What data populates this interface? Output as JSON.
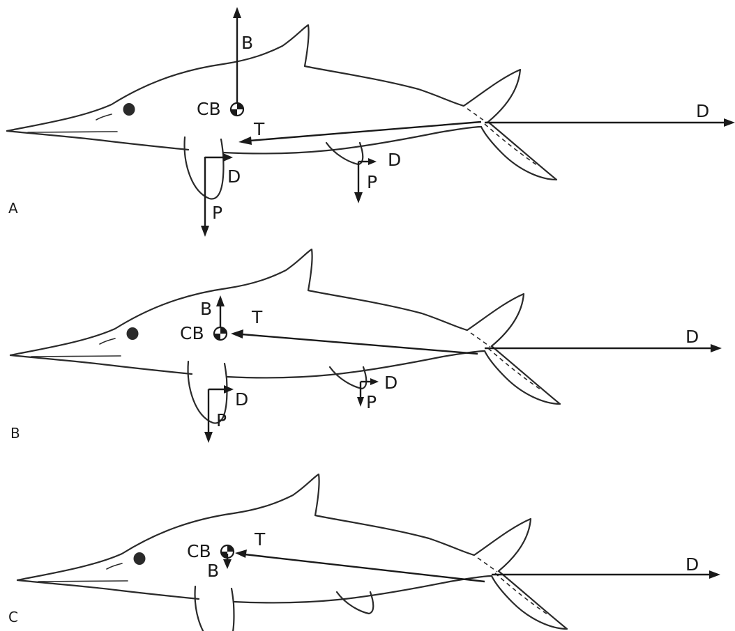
{
  "panels": [
    {
      "label": "A",
      "forces": {
        "buoyancy": "B",
        "center": "CB",
        "thrust": "T",
        "drag": "D",
        "fin_drag": "D",
        "fin_pressure": "P",
        "hind_drag": "D",
        "hind_pressure": "P"
      }
    },
    {
      "label": "B",
      "forces": {
        "buoyancy": "B",
        "center": "CB",
        "thrust": "T",
        "drag": "D",
        "fin_drag": "D",
        "fin_pressure": "P",
        "hind_drag": "D",
        "hind_pressure": "P"
      }
    },
    {
      "label": "C",
      "forces": {
        "buoyancy": "B",
        "center": "CB",
        "thrust": "T",
        "drag": "D"
      }
    }
  ],
  "colors": {
    "ink": "#1a1a1a",
    "paper": "#ffffff"
  }
}
